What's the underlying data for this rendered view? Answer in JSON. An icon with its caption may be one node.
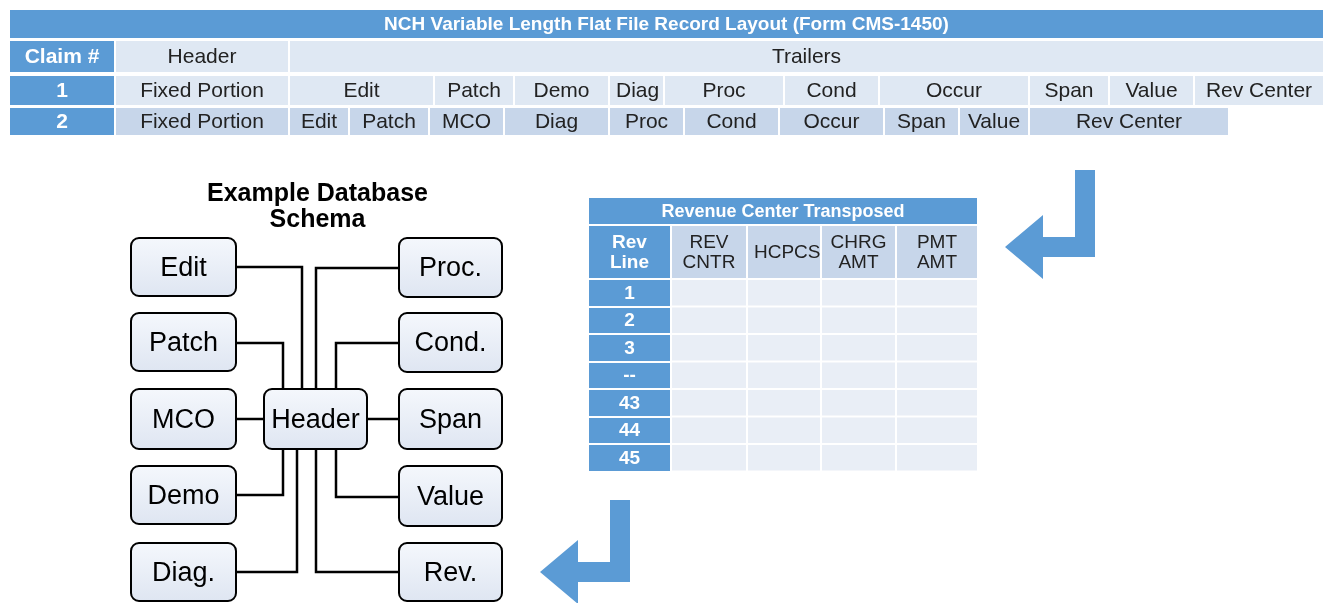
{
  "diagram": {
    "nodes": [
      {
        "text": [
          "Edit"
        ]
      },
      {
        "text": [
          "Proc."
        ]
      },
      {
        "text": [
          "Patch"
        ]
      },
      {
        "text": [
          "Cond."
        ]
      },
      {
        "text": [
          "MCO"
        ]
      },
      {
        "text": [
          "Header"
        ]
      },
      {
        "text": [
          "Span"
        ]
      },
      {
        "text": [
          "Demo"
        ]
      },
      {
        "text": [
          "Value"
        ]
      },
      {
        "text": [
          "Diag."
        ]
      },
      {
        "text": [
          "Rev."
        ]
      }
    ],
    "edges": [
      {
        "from": 5,
        "to": 0,
        "arrow": "none"
      },
      {
        "from": 5,
        "to": 1,
        "arrow": "none"
      },
      {
        "from": 5,
        "to": 2,
        "arrow": "none"
      },
      {
        "from": 5,
        "to": 3,
        "arrow": "none"
      },
      {
        "from": 5,
        "to": 4,
        "arrow": "none"
      },
      {
        "from": 5,
        "to": 6,
        "arrow": "none"
      },
      {
        "from": 5,
        "to": 7,
        "arrow": "none"
      },
      {
        "from": 5,
        "to": 8,
        "arrow": "none"
      },
      {
        "from": 5,
        "to": 9,
        "arrow": "none"
      },
      {
        "from": 5,
        "to": 10,
        "arrow": "none"
      }
    ],
    "labels": [
      "NCH Variable Length Flat File Record Layout (Form CMS-1450)",
      "Claim #",
      "Header",
      "Trailers",
      "1",
      "Fixed Portion",
      "Edit",
      "Patch",
      "Demo",
      "Diag",
      "Proc",
      "Cond",
      "Occur",
      "Span",
      "Value",
      "Rev Center",
      "2",
      "Fixed Portion",
      "Edit",
      "Patch",
      "MCO",
      "Diag",
      "Proc",
      "Cond",
      "Occur",
      "Span",
      "Value",
      "Rev Center",
      "Example Database Schema",
      "Revenue Center Transposed",
      "Rev Line",
      "REV CNTR",
      "HCPCS",
      "CHRG AMT",
      "PMT AMT",
      "1",
      "2",
      "3",
      "--",
      "43",
      "44",
      "45"
    ]
  }
}
